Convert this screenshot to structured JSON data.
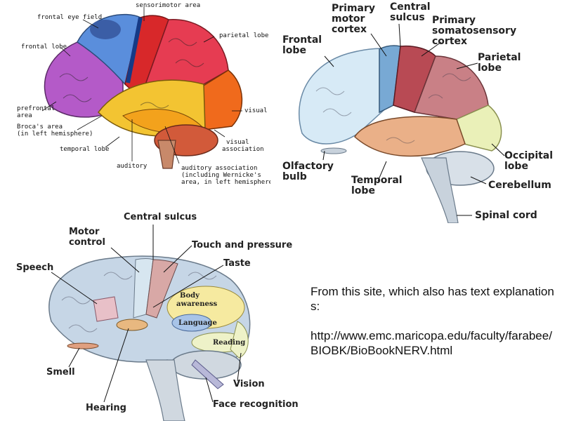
{
  "panel1": {
    "labels": {
      "sensorimotor": "sensorimotor area",
      "frontal_eye_field": "frontal eye field",
      "parietal_lobe": "parietal lobe",
      "frontal_lobe": "frontal lobe",
      "prefrontal_1": "prefrontal",
      "prefrontal_2": "area",
      "brocas_1": "Broca's area",
      "brocas_2": "(in left hemisphere)",
      "visual": "visual",
      "visual_assoc_1": "visual",
      "visual_assoc_2": "association",
      "temporal_lobe": "temporal lobe",
      "auditory": "auditory",
      "auditory_assoc_1": "auditory association",
      "auditory_assoc_2": "(including Wernicke's",
      "auditory_assoc_3": "area, in left hemisphere)"
    }
  },
  "panel2": {
    "labels": {
      "primary_motor_1": "Primary",
      "primary_motor_2": "motor",
      "primary_motor_3": "cortex",
      "central_sulcus_1": "Central",
      "central_sulcus_2": "sulcus",
      "primary_soma_1": "Primary",
      "primary_soma_2": "somatosensory",
      "primary_soma_3": "cortex",
      "frontal_lobe_1": "Frontal",
      "frontal_lobe_2": "lobe",
      "parietal_lobe_1": "Parietal",
      "parietal_lobe_2": "lobe",
      "occipital_lobe_1": "Occipital",
      "occipital_lobe_2": "lobe",
      "olfactory_1": "Olfactory",
      "olfactory_2": "bulb",
      "temporal_lobe_1": "Temporal",
      "temporal_lobe_2": "lobe",
      "cerebellum": "Cerebellum",
      "spinal_cord": "Spinal cord"
    }
  },
  "panel3": {
    "labels": {
      "central_sulcus": "Central sulcus",
      "motor_control_1": "Motor",
      "motor_control_2": "control",
      "touch_pressure": "Touch and pressure",
      "speech": "Speech",
      "taste": "Taste",
      "body_awareness_1": "Body",
      "body_awareness_2": "awareness",
      "language": "Language",
      "reading": "Reading",
      "smell": "Smell",
      "vision": "Vision",
      "hearing": "Hearing",
      "face_recognition": "Face recognition"
    }
  },
  "note": {
    "line1": "From this site, which also has text explanations:",
    "url": "http://www.emc.maricopa.edu/faculty/farabee/BIOBK/BioBookNERV.html"
  }
}
